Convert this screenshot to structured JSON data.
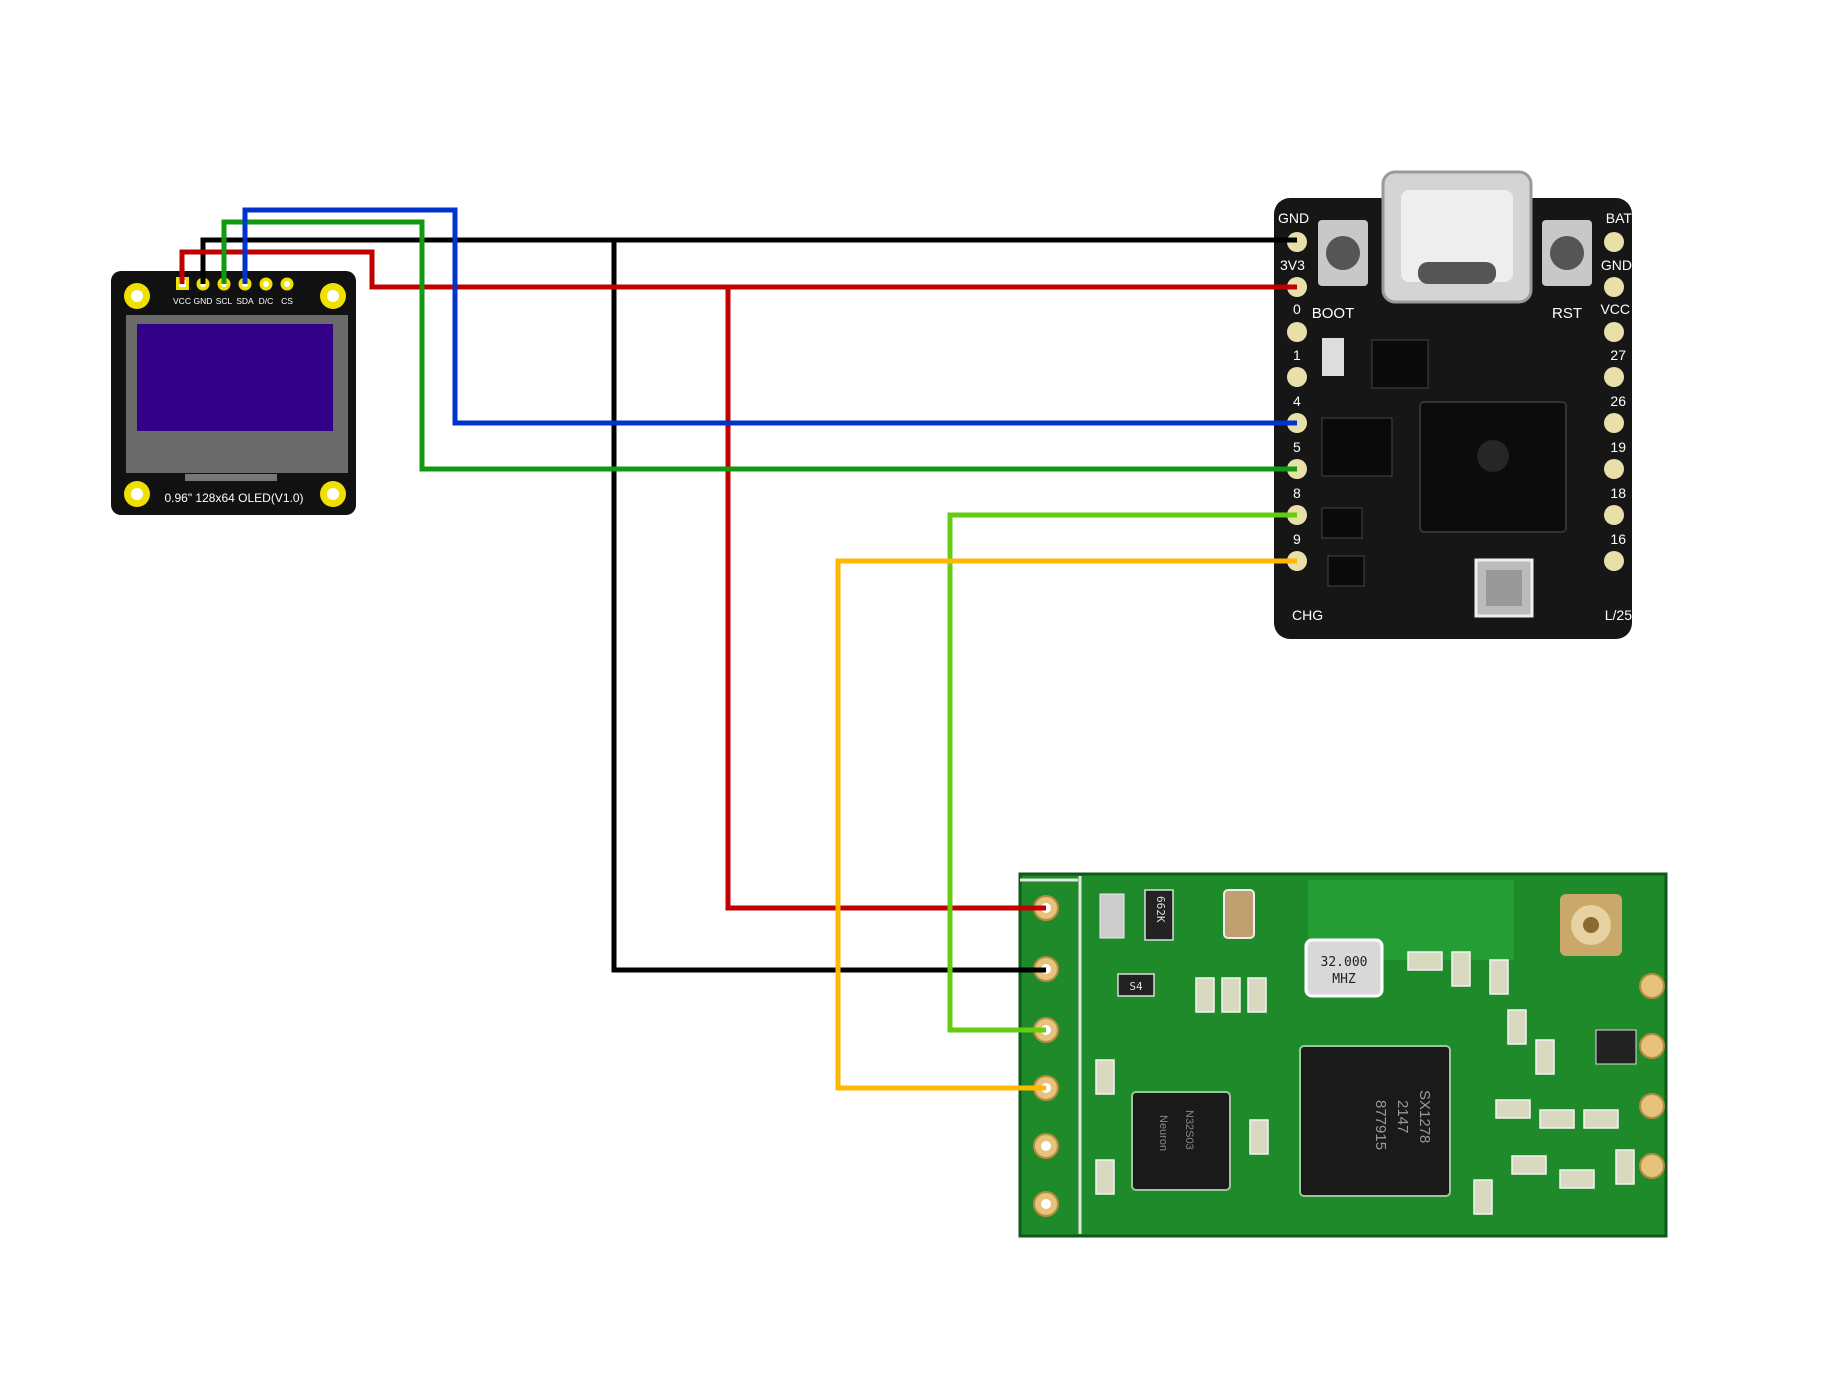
{
  "oled": {
    "pins": [
      "VCC",
      "GND",
      "SCL",
      "SDA",
      "D/C",
      "CS"
    ],
    "caption": "0.96\" 128x64 OLED(V1.0)"
  },
  "mcu": {
    "left_pins": [
      "GND",
      "3V3",
      "0",
      "1",
      "4",
      "5",
      "8",
      "9",
      "CHG"
    ],
    "right_pins": [
      "BAT",
      "GND",
      "VCC",
      "27",
      "26",
      "19",
      "18",
      "16",
      "L/25"
    ],
    "buttons": [
      "BOOT",
      "RST"
    ]
  },
  "lora": {
    "crystal": [
      "32.000",
      "MHZ"
    ],
    "chip_main": [
      "SX1278",
      "2147",
      "877915"
    ],
    "chip_mcu": [
      "Neuron",
      "N32S03"
    ],
    "resistor": "662K",
    "diode": "S4"
  },
  "wires": [
    {
      "name": "gnd",
      "color": "#000000"
    },
    {
      "name": "vcc-3v3",
      "color": "#c00000"
    },
    {
      "name": "scl",
      "color": "#0033cc"
    },
    {
      "name": "sda",
      "color": "#119911"
    },
    {
      "name": "lora-lime",
      "color": "#66cc11"
    },
    {
      "name": "lora-yellow",
      "color": "#ffb800"
    }
  ]
}
